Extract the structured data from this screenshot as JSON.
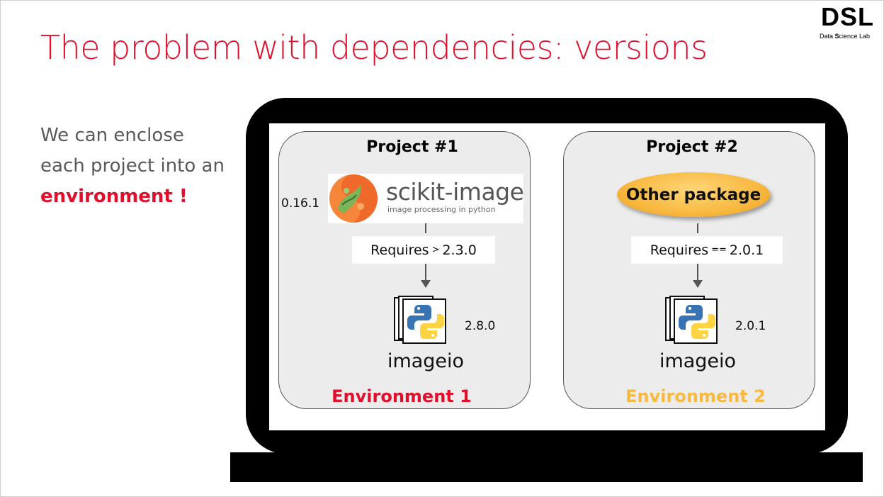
{
  "slide": {
    "title": "The problem with dependencies: versions",
    "intro_line1": "We can enclose",
    "intro_line2": "each project into an",
    "intro_highlight": "environment !"
  },
  "logo": {
    "short": "DSL",
    "long_prefix": "Data ",
    "long_bold": "S",
    "long_suffix": "cience Lab"
  },
  "projects": [
    {
      "title": "Project #1",
      "package_name": "scikit-image",
      "package_tagline": "image processing in python",
      "package_version": "0.16.1",
      "requires_prefix": "Requires",
      "requires_op": ">",
      "requires_version": "2.3.0",
      "dependency": "imageio",
      "dependency_version": "2.8.0",
      "env_label": "Environment 1",
      "env_color": "#e0102c"
    },
    {
      "title": "Project #2",
      "package_name": "Other package",
      "requires_prefix": "Requires",
      "requires_op": "==",
      "requires_version": "2.0.1",
      "dependency": "imageio",
      "dependency_version": "2.0.1",
      "env_label": "Environment 2",
      "env_color": "#f8b940"
    }
  ],
  "icons": {
    "package_logo": "scikit-image-logo",
    "dependency_icon": "python-file-stack-icon"
  }
}
